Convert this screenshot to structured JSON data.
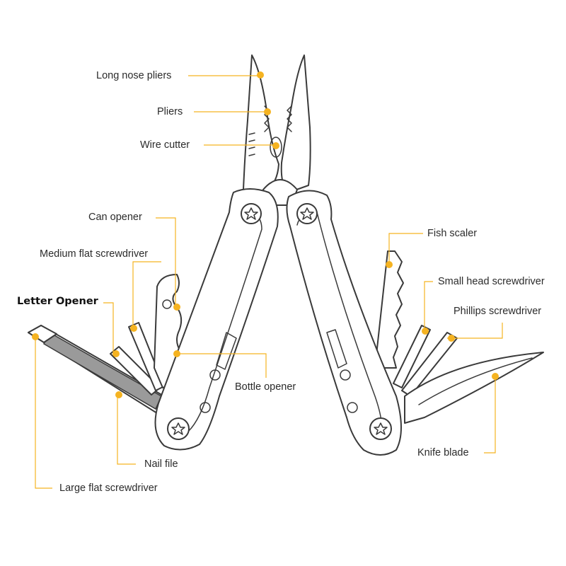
{
  "colors": {
    "accent": "#f5b321",
    "outline": "#3a3a3a",
    "label_text": "#2b2b2b",
    "nail_file_fill": "#9a9a9a"
  },
  "labels": {
    "long_nose_pliers": "Long nose pliers",
    "pliers": "Pliers",
    "wire_cutter": "Wire cutter",
    "can_opener": "Can opener",
    "medium_flat_screwdriver": "Medium flat screwdriver",
    "letter_opener": "Letter Opener",
    "bottle_opener": "Bottle opener",
    "nail_file": "Nail file",
    "large_flat_screwdriver": "Large flat screwdriver",
    "fish_scaler": "Fish scaler",
    "small_head_screwdriver": "Small head screwdriver",
    "phillips_screwdriver": "Phillips screwdriver",
    "knife_blade": "Knife blade"
  }
}
